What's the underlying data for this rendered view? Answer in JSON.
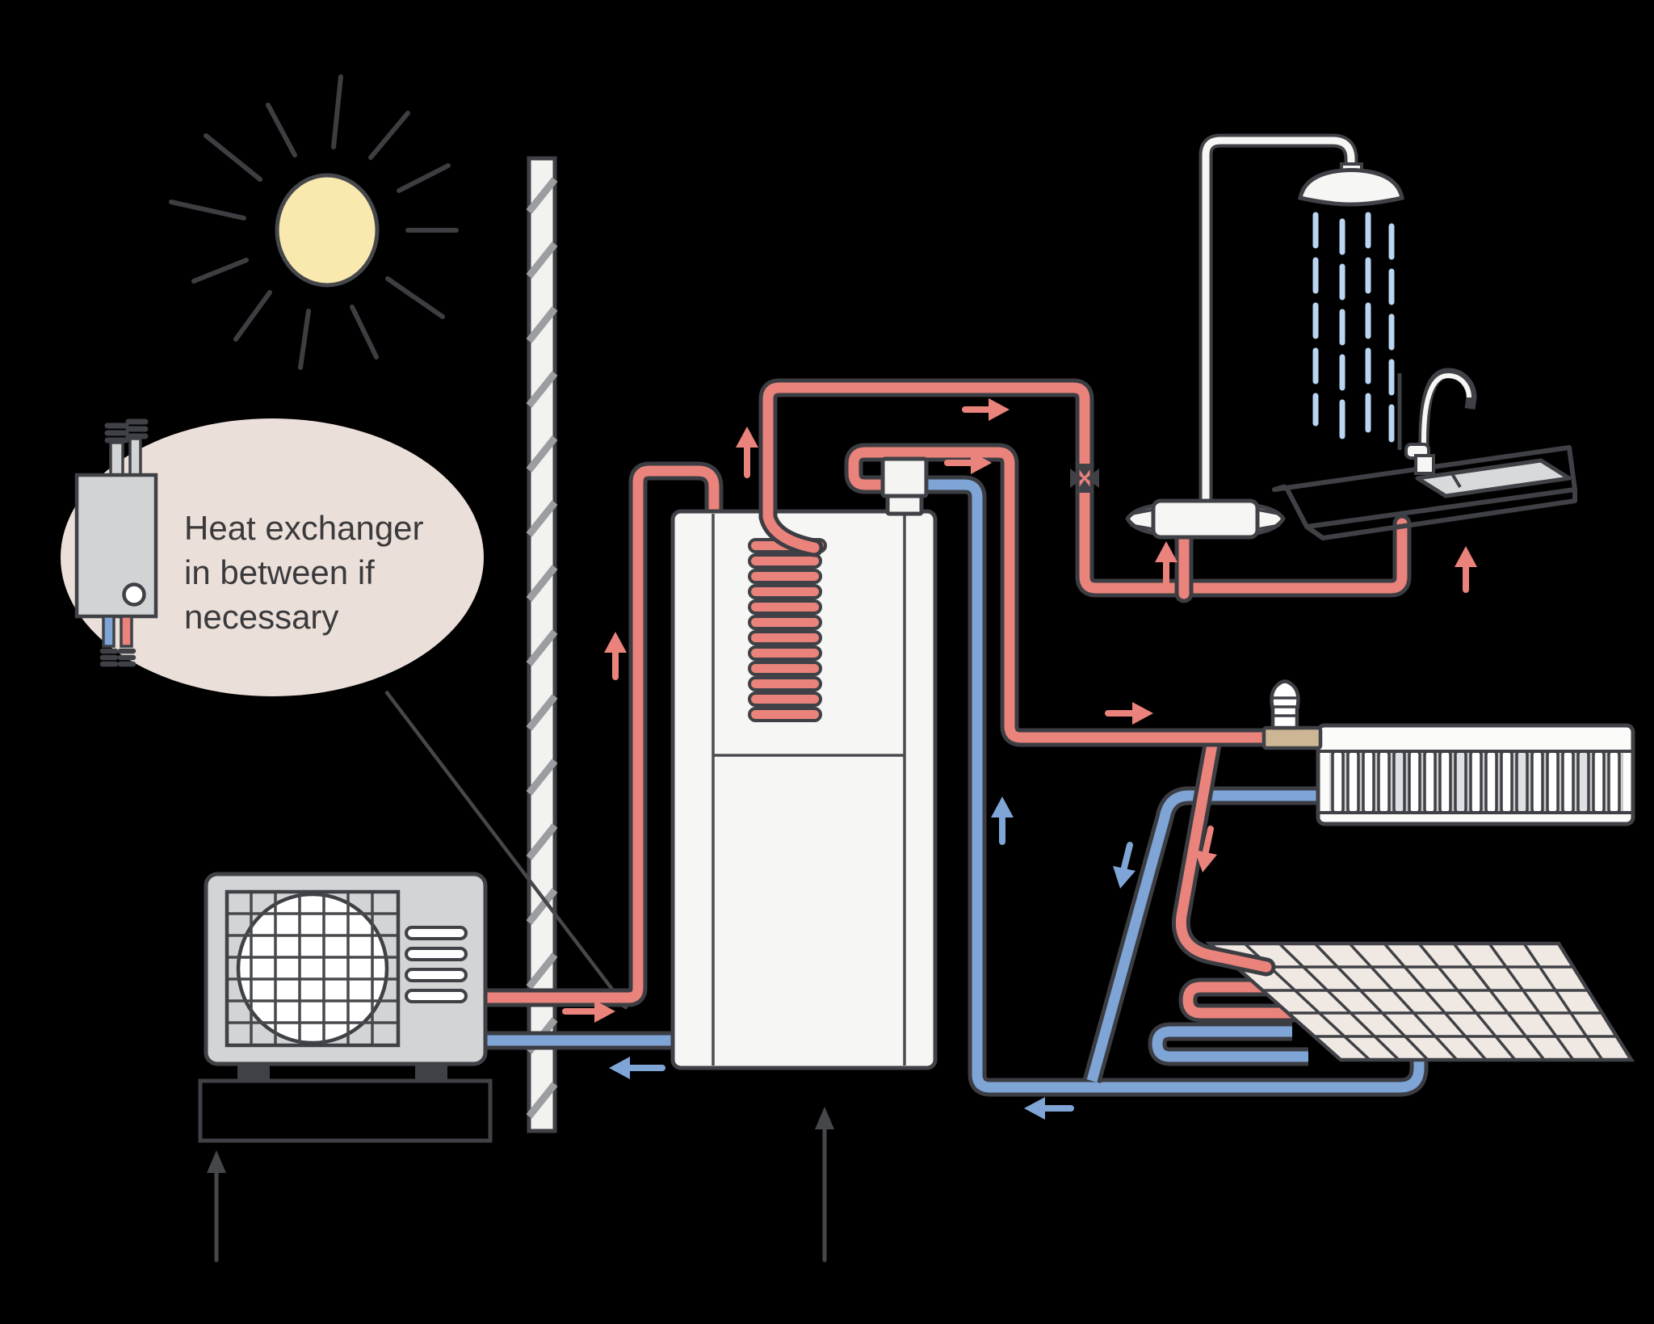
{
  "diagram": {
    "type": "heat-pump-hydronic-system-schematic",
    "background": "#000000",
    "callout": {
      "lines": [
        "Heat exchanger",
        "in between if",
        "necessary"
      ],
      "text_color": "#3a3a3c",
      "bubble_color": "#ebdfd9"
    },
    "colors": {
      "hot_pipe": "#e9837b",
      "cold_pipe": "#7fa4d6",
      "outline": "#3f4146",
      "shower_water": "#b9d5f1",
      "sun": "#f9e9af",
      "tiles": "#f0e9e3",
      "unit_metal": "#d2d4d6",
      "valve_brass": "#cdb695"
    },
    "components": [
      "sun",
      "exterior-wall",
      "heat-exchanger-callout",
      "outdoor-heat-pump-unit",
      "concrete-pad",
      "hot-water-tank",
      "immersion-coil",
      "tank-top-fitting",
      "cross-valve",
      "shower-mixer",
      "shower",
      "sink-with-faucet",
      "thermostatic-radiator-valve",
      "radiator",
      "underfloor-heating-tiles",
      "hot-supply-pipes",
      "cold-return-pipes",
      "flow-arrows"
    ]
  }
}
